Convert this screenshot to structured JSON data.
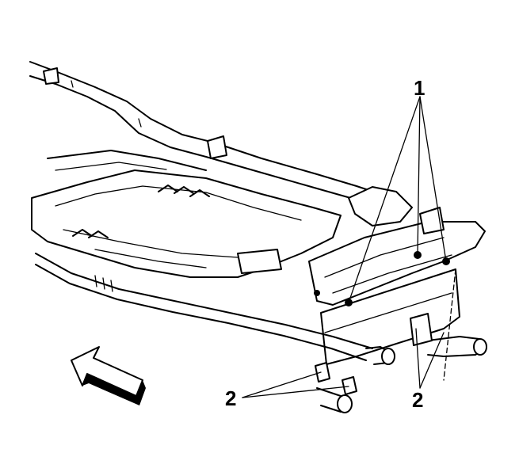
{
  "diagram": {
    "callouts": [
      {
        "id": "callout-1",
        "label": "1"
      },
      {
        "id": "callout-2-left",
        "label": "2"
      },
      {
        "id": "callout-2-right",
        "label": "2"
      }
    ]
  }
}
